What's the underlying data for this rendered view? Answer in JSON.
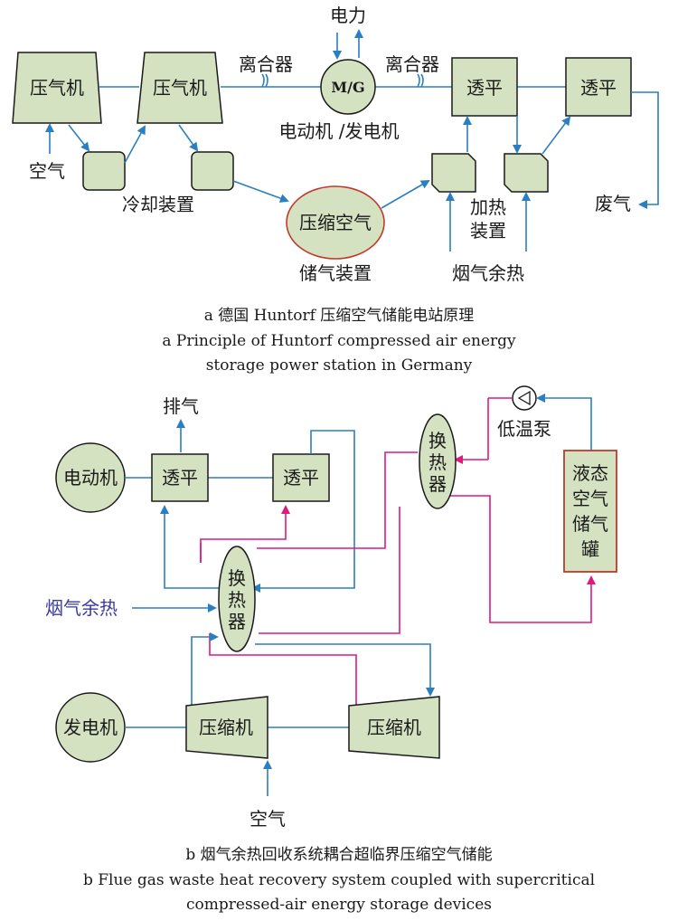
{
  "diagram_a": {
    "compressor1": "压气机",
    "compressor2": "压气机",
    "clutch_left": "离合器",
    "clutch_right": "离合器",
    "mg": "M/G",
    "power": "电力",
    "motor_generator": "电动机 /发电机",
    "turbine1": "透平",
    "turbine2": "透平",
    "air": "空气",
    "cooling": "冷却装置",
    "storage": "压缩空气",
    "storage_device": "储气装置",
    "heating_line1": "加热",
    "heating_line2": "装置",
    "flue_heat": "烟气余热",
    "exhaust": "废气",
    "caption_cn": "a  德国 Huntorf 压缩空气储能电站原理",
    "caption_en1": "a  Principle of Huntorf compressed air energy",
    "caption_en2": "storage power station in Germany"
  },
  "diagram_b": {
    "exhaust": "排气",
    "motor": "电动机",
    "turbine1": "透平",
    "turbine2": "透平",
    "hx_top": [
      "换",
      "热",
      "器"
    ],
    "hx_mid": [
      "换",
      "热",
      "器"
    ],
    "pump": "低温泵",
    "tank": [
      "液态",
      "空气",
      "储气",
      "罐"
    ],
    "flue_heat": "烟气余热",
    "generator": "发电机",
    "compressor1": "压缩机",
    "compressor2": "压缩机",
    "air": "空气",
    "caption_cn": "b  烟气余热回收系统耦合超临界压缩空气储能",
    "caption_en1": "b  Flue gas waste heat recovery system coupled with supercritical",
    "caption_en2": "compressed-air energy storage devices"
  },
  "colors": {
    "box_fill": "#d4e2c1",
    "blue_line": "#2a7fc1",
    "magenta_line": "#e0197d",
    "tank_border": "#c0392b"
  }
}
